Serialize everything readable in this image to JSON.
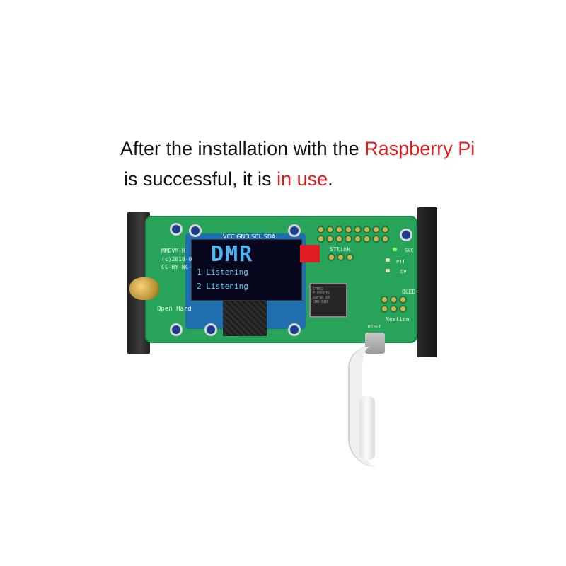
{
  "caption": {
    "line1_a": "After the installation with the ",
    "line1_b": "Raspberry Pi",
    "line2_a": "is successful, it is ",
    "line2_b": "in use",
    "line2_c": "."
  },
  "oled": {
    "title": "DMR",
    "line1": "1 Listening",
    "line2": "2 Listening"
  },
  "board_labels": {
    "pins": "VCC GND SCL SDA",
    "model": "MMDVM-H",
    "copyright": "(c)2018-0",
    "license": "CC-BY-NC-",
    "open_hardware": "Open Hard",
    "stlink": "STlink",
    "oled_port": "OLED",
    "nextion": "Nextion",
    "reset": "RESET",
    "led_svc": "SVC",
    "led_ptt": "PTT",
    "led_dv": "DV",
    "mcu_text": "STM32\nF103C8T6\nGAFSR 93\nCHN 610"
  },
  "colors": {
    "caption_text": "#111111",
    "caption_accent": "#e01a1a",
    "pcb": "#27a35a",
    "oled_text": "#49b8f5"
  }
}
